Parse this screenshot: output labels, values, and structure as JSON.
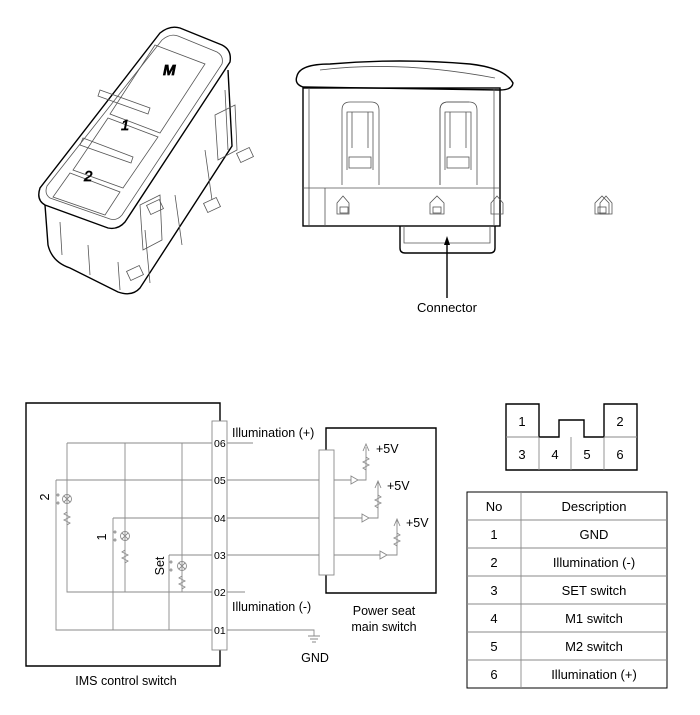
{
  "switch_drawing": {
    "buttons": [
      "M",
      "1",
      "2"
    ],
    "connector_label": "Connector"
  },
  "circuit": {
    "ims_label": "IMS control switch",
    "power_seat_label_line1": "Power seat",
    "power_seat_label_line2": "main switch",
    "pins": [
      "06",
      "05",
      "04",
      "03",
      "02",
      "01"
    ],
    "illum_plus": "Illumination (+)",
    "illum_minus": "Illumination (-)",
    "gnd": "GND",
    "supply": "+5V",
    "switch_labels": [
      "2",
      "1",
      "Set"
    ]
  },
  "connector_face": {
    "pins": [
      "1",
      "2",
      "3",
      "4",
      "5",
      "6"
    ]
  },
  "pin_table": {
    "headers": [
      "No",
      "Description"
    ],
    "rows": [
      {
        "no": "1",
        "desc": "GND"
      },
      {
        "no": "2",
        "desc": "Illumination (-)"
      },
      {
        "no": "3",
        "desc": "SET switch"
      },
      {
        "no": "4",
        "desc": "M1 switch"
      },
      {
        "no": "5",
        "desc": "M2 switch"
      },
      {
        "no": "6",
        "desc": "Illumination (+)"
      }
    ]
  }
}
